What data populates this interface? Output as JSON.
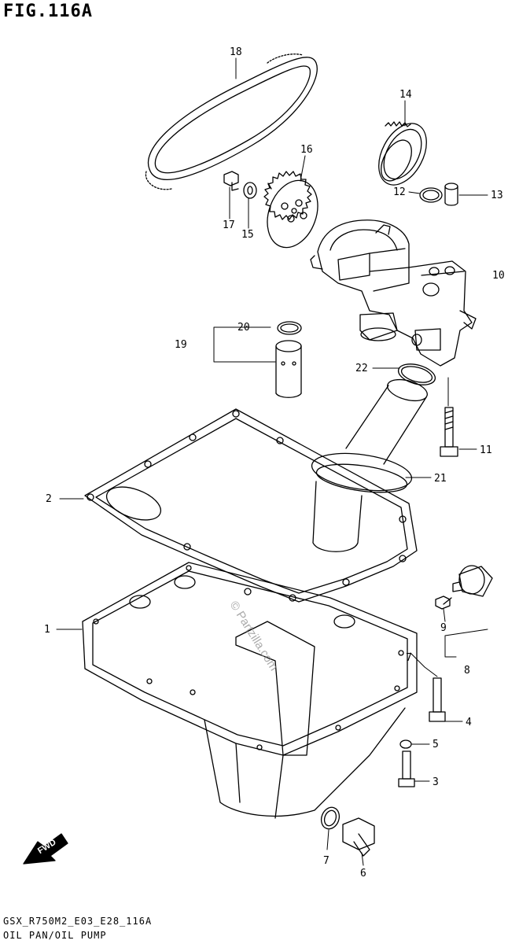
{
  "figure": {
    "title": "FIG.116A",
    "code": "GSX_R750M2_E03_E28_116A",
    "name": "OIL PAN/OIL PUMP",
    "watermark": "© Partzilla.com",
    "direction_label": "FWD"
  },
  "callouts": [
    {
      "id": "1",
      "label": "1"
    },
    {
      "id": "2",
      "label": "2"
    },
    {
      "id": "3",
      "label": "3"
    },
    {
      "id": "4",
      "label": "4"
    },
    {
      "id": "5",
      "label": "5"
    },
    {
      "id": "6",
      "label": "6"
    },
    {
      "id": "7a",
      "label": "7"
    },
    {
      "id": "7b",
      "label": "7"
    },
    {
      "id": "8",
      "label": "8"
    },
    {
      "id": "9",
      "label": "9"
    },
    {
      "id": "10",
      "label": "10"
    },
    {
      "id": "11",
      "label": "11"
    },
    {
      "id": "12",
      "label": "12"
    },
    {
      "id": "13",
      "label": "13"
    },
    {
      "id": "14",
      "label": "14"
    },
    {
      "id": "15",
      "label": "15"
    },
    {
      "id": "16",
      "label": "16"
    },
    {
      "id": "17",
      "label": "17"
    },
    {
      "id": "18",
      "label": "18"
    },
    {
      "id": "19",
      "label": "19"
    },
    {
      "id": "20",
      "label": "20"
    },
    {
      "id": "21",
      "label": "21"
    },
    {
      "id": "22",
      "label": "22"
    }
  ]
}
